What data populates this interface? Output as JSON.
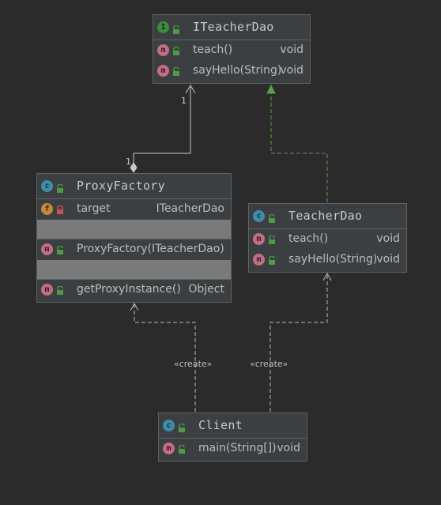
{
  "nodes": {
    "iteacherdao": {
      "name": "ITeacherDao",
      "kind_letter": "I",
      "methods": [
        {
          "name": "teach()",
          "type": "void"
        },
        {
          "name": "sayHello(String)",
          "type": "void"
        }
      ]
    },
    "proxyfactory": {
      "name": "ProxyFactory",
      "kind_letter": "c",
      "fields": [
        {
          "name": "target",
          "type": "ITeacherDao"
        }
      ],
      "constructors": [
        {
          "name": "ProxyFactory(ITeacherDao)",
          "type": ""
        }
      ],
      "methods": [
        {
          "name": "getProxyInstance()",
          "type": "Object"
        }
      ]
    },
    "teacherdao": {
      "name": "TeacherDao",
      "kind_letter": "c",
      "methods": [
        {
          "name": "teach()",
          "type": "void"
        },
        {
          "name": "sayHello(String)",
          "type": "void"
        }
      ]
    },
    "client": {
      "name": "Client",
      "kind_letter": "c",
      "methods": [
        {
          "name": "main(String[])",
          "type": "void"
        }
      ]
    }
  },
  "badge_letters": {
    "method": "m",
    "field": "f"
  },
  "edges": {
    "aggregation": {
      "from": "ProxyFactory",
      "to": "ITeacherDao",
      "multiplicity_source": "1",
      "multiplicity_target": "1"
    },
    "realization": {
      "from": "TeacherDao",
      "to": "ITeacherDao"
    },
    "create_proxyfactory": {
      "from": "Client",
      "to": "ProxyFactory",
      "label": "«create»"
    },
    "create_teacherdao": {
      "from": "Client",
      "to": "TeacherDao",
      "label": "«create»"
    }
  },
  "colors": {
    "background": "#2b2b2b",
    "node_fill": "#3c3f41",
    "node_border": "#5e6366",
    "realization_line": "#5a9e4b",
    "dependency_line": "#bbbbbb",
    "interface_badge": "#3f8a41",
    "class_badge": "#3f8ea8",
    "method_badge": "#c26f86",
    "field_badge": "#c28a3c",
    "public_lock": "#4f9a45",
    "private_lock": "#c75450"
  }
}
